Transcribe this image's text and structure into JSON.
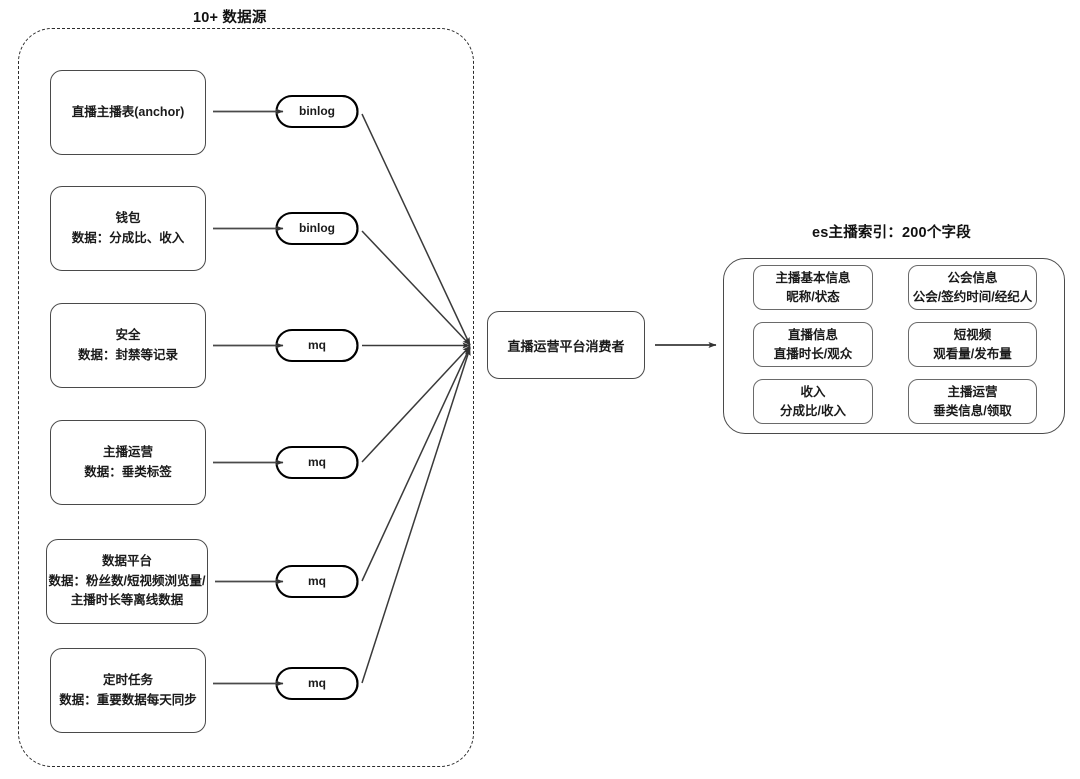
{
  "diagram": {
    "sources_group_title": "10+ 数据源",
    "es_group_title": "es主播索引：200个字段",
    "sources": [
      {
        "id": "anchor-table",
        "lines": [
          "直播主播表(anchor)"
        ],
        "queue": "binlog"
      },
      {
        "id": "wallet",
        "lines": [
          "钱包",
          "数据：分成比、收入"
        ],
        "queue": "binlog"
      },
      {
        "id": "security",
        "lines": [
          "安全",
          "数据：封禁等记录"
        ],
        "queue": "mq"
      },
      {
        "id": "anchor-ops",
        "lines": [
          "主播运营",
          "数据：垂类标签"
        ],
        "queue": "mq"
      },
      {
        "id": "data-platform",
        "lines": [
          "数据平台",
          "数据：粉丝数/短视频浏览量/",
          "主播时长等离线数据"
        ],
        "queue": "mq"
      },
      {
        "id": "scheduled-task",
        "lines": [
          "定时任务",
          "数据：重要数据每天同步"
        ],
        "queue": "mq"
      }
    ],
    "consumer": {
      "id": "consumer",
      "label": "直播运营平台消费者"
    },
    "es_fields": [
      {
        "id": "anchor-basic",
        "lines": [
          "主播基本信息",
          "昵称/状态"
        ]
      },
      {
        "id": "guild-info",
        "lines": [
          "公会信息",
          "公会/签约时间/经纪人"
        ]
      },
      {
        "id": "live-info",
        "lines": [
          "直播信息",
          "直播时长/观众"
        ]
      },
      {
        "id": "short-video",
        "lines": [
          "短视频",
          "观看量/发布量"
        ]
      },
      {
        "id": "income",
        "lines": [
          "收入",
          "分成比/收入"
        ]
      },
      {
        "id": "anchor-ops-es",
        "lines": [
          "主播运营",
          "垂类信息/领取"
        ]
      }
    ],
    "colors": {
      "stroke": "#4a4a4a",
      "stroke_dark": "#000000",
      "background": "#ffffff",
      "text": "#1a1a1a",
      "dashed": "#2b2b2b"
    }
  }
}
